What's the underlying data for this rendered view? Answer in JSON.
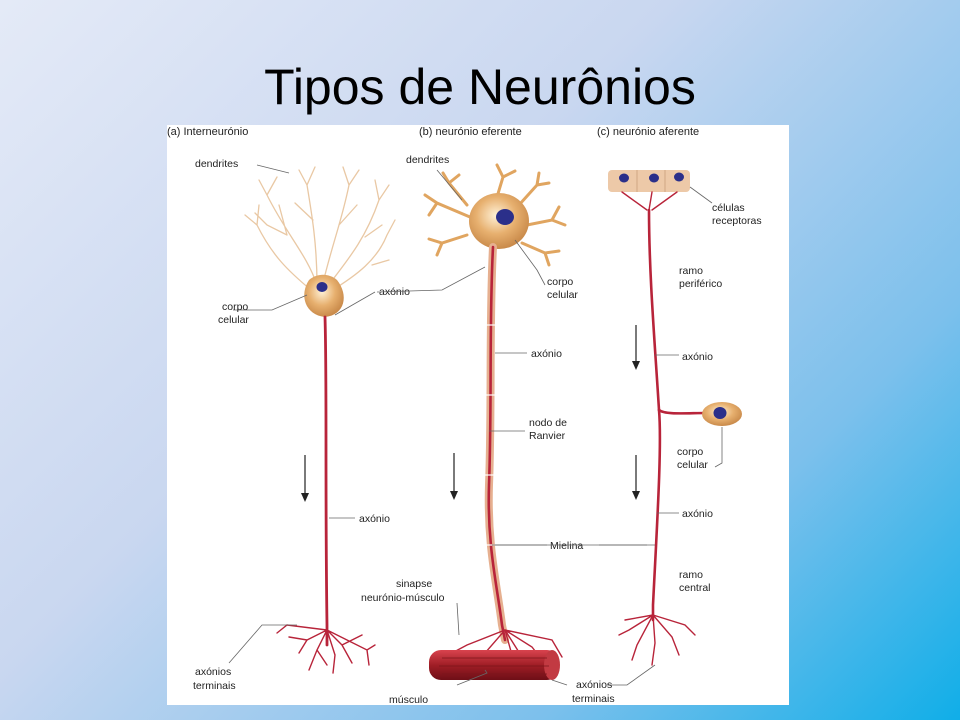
{
  "title": "Tipos de Neurônios",
  "panels": {
    "a": {
      "header": "(a) Interneurónio",
      "labels": {
        "dendrites": "dendrites",
        "corpo": "corpo",
        "celular": "celular",
        "axonio_top": "axónio",
        "axonio_mid": "axónio",
        "axonios": "axónios",
        "terminais": "terminais"
      }
    },
    "b": {
      "header": "(b) neurónio eferente",
      "labels": {
        "dendrites": "dendrites",
        "corpo": "corpo",
        "celular": "celular",
        "axonio": "axónio",
        "nodo1": "nodo de",
        "nodo2": "Ranvier",
        "mielina": "Mielina",
        "sinapse1": "sinapse",
        "sinapse2": "neurónio-músculo",
        "musculo": "músculo"
      }
    },
    "c": {
      "header": "(c) neurónio aferente",
      "labels": {
        "celulas1": "células",
        "celulas2": "receptoras",
        "ramo1": "ramo",
        "periferico": "periférico",
        "axonio_top": "axónio",
        "corpo": "corpo",
        "celular": "celular",
        "axonio_bot": "axónio",
        "ramo2": "ramo",
        "central": "central",
        "axonios": "axónios",
        "terminais": "terminais"
      }
    }
  },
  "colors": {
    "axon": "#b8243a",
    "soma": "#e7b06f",
    "nucleus": "#2b2f8a",
    "dendrite": "#e9c8a4",
    "muscle": "#a01e26"
  }
}
